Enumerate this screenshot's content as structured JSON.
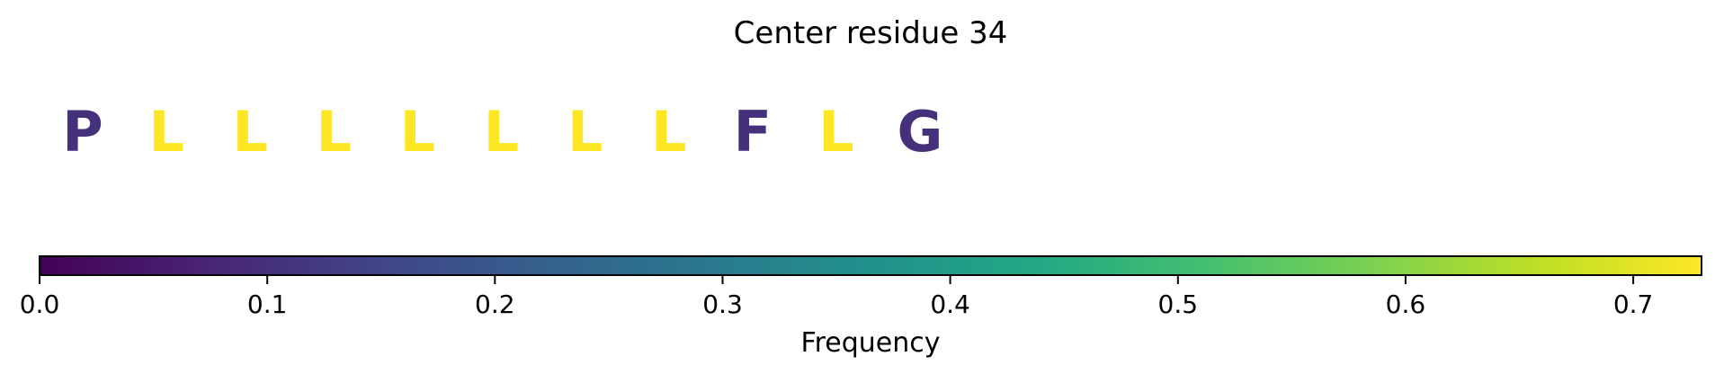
{
  "chart_data": {
    "type": "sequence-frequency",
    "title": "Center residue 34",
    "residues": [
      {
        "letter": "P",
        "frequency": 0.1
      },
      {
        "letter": "L",
        "frequency": 0.73
      },
      {
        "letter": "L",
        "frequency": 0.73
      },
      {
        "letter": "L",
        "frequency": 0.73
      },
      {
        "letter": "L",
        "frequency": 0.73
      },
      {
        "letter": "L",
        "frequency": 0.73
      },
      {
        "letter": "L",
        "frequency": 0.73
      },
      {
        "letter": "L",
        "frequency": 0.73
      },
      {
        "letter": "F",
        "frequency": 0.1
      },
      {
        "letter": "L",
        "frequency": 0.73
      },
      {
        "letter": "G",
        "frequency": 0.1
      }
    ],
    "colorbar": {
      "label": "Frequency",
      "colormap": "viridis",
      "range": [
        0,
        0.73
      ],
      "ticks": [
        0.0,
        0.1,
        0.2,
        0.3,
        0.4,
        0.5,
        0.6,
        0.7
      ],
      "tick_labels": [
        "0.0",
        "0.1",
        "0.2",
        "0.3",
        "0.4",
        "0.5",
        "0.6",
        "0.7"
      ]
    }
  }
}
